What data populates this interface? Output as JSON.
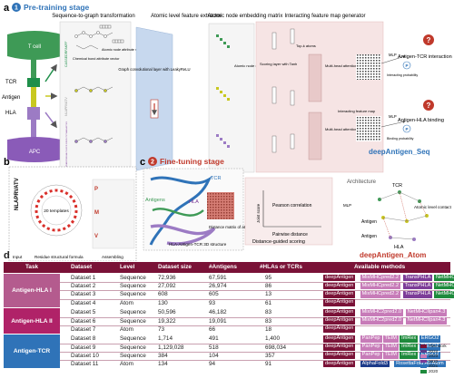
{
  "panel_a": {
    "letter": "a",
    "step": "1",
    "title": "Pre-training stage",
    "col_labels": [
      "Sequence-to-graph transformation",
      "Atomic level feature extractor",
      "Atomic node embedding matrix",
      "Interacting feature map generator"
    ],
    "seq_labels": [
      "CASSEDRFAKFF",
      "NLAPRVATV",
      "YFAMYGEKVAHTHVDTLYVRYHYYTWAVLAYTWY"
    ],
    "cell_labels": {
      "tcell": "T cell",
      "tcr": "TCR",
      "antigen": "Antigen",
      "hla": "HLA",
      "apc": "APC"
    },
    "annot": {
      "bond": "Chemical bond attribute vector",
      "node": "Atomic node attribute vector",
      "gcn": "Graph convolutional layer with LeakyReLU",
      "emb": "Atomic node embedding vector",
      "tanh": "Scoring layer with Tanh",
      "topk": "Top-k atoms",
      "mha1": "Multi-head attention",
      "mha2": "Multi-head attention",
      "imap": "Interacting feature map",
      "mlp1": "MLP",
      "mlp2": "MLP",
      "p": "P",
      "iprob": "Interacting probability",
      "bprob": "Binding probability"
    },
    "outputs": [
      "Antigen-TCR interaction",
      "Antigen-HLA binding"
    ],
    "model_name": "deepAntigen_Seq",
    "arch_label": "Architecture"
  },
  "panel_b": {
    "letter": "b",
    "sequence": "NLAPRVATV",
    "center": "20 templates",
    "residues": [
      "P",
      "M",
      "V"
    ],
    "labels": [
      "Input",
      "Residue structural formula",
      "Assembling"
    ]
  },
  "panel_c": {
    "letter": "c",
    "step": "2",
    "title": "Fine-tuning stage",
    "labels": {
      "tcr": "TCR",
      "antigens": "Antigens",
      "hla": "HLA",
      "struct": "HLA-Antigen-TCR 3D structure",
      "dist": "Distance matrix of atom pairs",
      "joint": "Joint score",
      "pearson": "Pearson correlation",
      "pairwise": "Pairwise distance",
      "scoring": "Distance-guided scoring",
      "mlp": "MLP",
      "contact": "Atomic level contact",
      "tcr2": "TCR",
      "antigen2": "Antigen",
      "antigen3": "Antigen",
      "hla2": "HLA"
    },
    "model_name": "deepAntigen_Atom"
  },
  "panel_d": {
    "letter": "d",
    "headers": [
      "Task",
      "Dataset",
      "Level",
      "Dataset size",
      "#Antigens",
      "#HLAs or TCRs",
      "Available methods"
    ],
    "groups": [
      {
        "task": "Antigen-HLA I",
        "color": "#b45b8e",
        "rows": [
          {
            "dataset": "Dataset 1",
            "level": "Sequence",
            "size": "72,936",
            "antigens": "67,591",
            "hlas": "95",
            "methods": [
              "deepAntigen",
              "MixMHCpred2.2",
              "TransPHLA",
              "NetMHCpan4.1"
            ]
          },
          {
            "dataset": "Dataset 2",
            "level": "Sequence",
            "size": "27,092",
            "antigens": "26,974",
            "hlas": "86",
            "methods": [
              "deepAntigen",
              "MixMHCpred2.2",
              "TransPHLA",
              "NetMHCpan4.1"
            ]
          },
          {
            "dataset": "Dataset 3",
            "level": "Sequence",
            "size": "608",
            "antigens": "605",
            "hlas": "13",
            "methods": [
              "deepAntigen",
              "MixMHCpred2.2",
              "TransPHLA",
              "NetMHCpan4.1"
            ]
          },
          {
            "dataset": "Dataset 4",
            "level": "Atom",
            "size": "130",
            "antigens": "93",
            "hlas": "61",
            "methods": [
              "deepAntigen"
            ]
          }
        ]
      },
      {
        "task": "Antigen-HLA II",
        "color": "#b02268",
        "rows": [
          {
            "dataset": "Dataset 5",
            "level": "Sequence",
            "size": "50,596",
            "antigens": "46,182",
            "hlas": "83",
            "methods": [
              "deepAntigen",
              "MixMHC2pred2.0",
              "NetMHCIIpan4.3"
            ]
          },
          {
            "dataset": "Dataset 6",
            "level": "Sequence",
            "size": "19,322",
            "antigens": "19,091",
            "hlas": "83",
            "methods": [
              "deepAntigen",
              "MixMHC2pred2.0",
              "NetMHCIIpan4.3"
            ]
          },
          {
            "dataset": "Dataset 7",
            "level": "Atom",
            "size": "73",
            "antigens": "66",
            "hlas": "18",
            "methods": [
              "deepAntigen"
            ]
          }
        ]
      },
      {
        "task": "Antigen-TCR",
        "color": "#2f73b8",
        "rows": [
          {
            "dataset": "Dataset 8",
            "level": "Sequence",
            "size": "1,714",
            "antigens": "491",
            "hlas": "1,400",
            "methods": [
              "deepAntigen",
              "PanPep",
              "TEIM",
              "ImRex",
              "ERGO2"
            ]
          },
          {
            "dataset": "Dataset 9",
            "level": "Sequence",
            "size": "1,129,028",
            "antigens": "518",
            "hlas": "698,034",
            "methods": [
              "deepAntigen",
              "PanPep",
              "TEIM",
              "ImRex",
              "ERGO2"
            ]
          },
          {
            "dataset": "Dataset 10",
            "level": "Sequence",
            "size": "384",
            "antigens": "104",
            "hlas": "357",
            "methods": [
              "deepAntigen",
              "PanPep",
              "TEIM",
              "ImRex",
              "ERGO2"
            ]
          },
          {
            "dataset": "Dataset 11",
            "level": "Atom",
            "size": "134",
            "antigens": "94",
            "hlas": "91",
            "methods": [
              "deepAntigen",
              "AlphaFold3",
              "RosettaFold All-Atom"
            ]
          }
        ]
      }
    ],
    "method_colors": {
      "deepAntigen": "#7a1237",
      "MixMHCpred2.2": "#c77bb8",
      "TransPHLA": "#7d3c98",
      "NetMHCpan4.1": "#1e8a3c",
      "MixMHC2pred2.0": "#c77bb8",
      "NetMHCIIpan4.3": "#c77bb8",
      "PanPep": "#c77bb8",
      "TEIM": "#c77bb8",
      "ImRex": "#1e8a3c",
      "ERGO2": "#2f73b8",
      "AlphaFold3": "#1d3b8a",
      "RosettaFold All-Atom": "#2f73b8"
    },
    "legend": [
      {
        "label": "This work",
        "color": "#7a1237"
      },
      {
        "label": "2024",
        "color": "#5a3d8a"
      },
      {
        "label": "2023",
        "color": "#c77bb8"
      },
      {
        "label": "2022",
        "color": "#7d3c98"
      },
      {
        "label": "2021",
        "color": "#2f73b8"
      },
      {
        "label": "2020",
        "color": "#1e8a3c"
      }
    ]
  }
}
